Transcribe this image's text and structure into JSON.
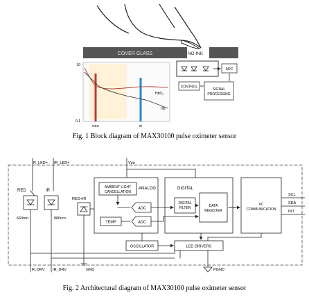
{
  "fig1": {
    "caption": "Fig. 1 Block diagram of MAX30100 pulse oximeter sensor",
    "cover_glass": "COVER GLASS",
    "no_ink": "NO INK",
    "adc": "ADC",
    "control": "CONTROL",
    "signal_processing_l1": "SIGNAL",
    "signal_processing_l2": "PROCESSING",
    "graph": {
      "y_top": "10",
      "y_bottom": "0.1",
      "red": "RED",
      "ir": "IR",
      "hbo2": "HbO₂",
      "hb": "Hb"
    }
  },
  "fig2": {
    "caption": "Fig. 2 Architectural diagram of MAX30100 pulse oximeter sensor",
    "r_led": "R_LED+",
    "ir_led": "IR_LED+",
    "vdd": "Vᴅᴅ",
    "red": "RED",
    "ir": "IR",
    "nm660": "660nm",
    "nm880": "880nm",
    "red_ir": "RED+IR",
    "ambient_l1": "AMBIENT LIGHT",
    "ambient_l2": "CANCELLATION",
    "analog": "ANALOG",
    "adc1": "ADC",
    "adc2": "ADC",
    "temp": "TEMP",
    "digital": "DIGITAL",
    "digital_filter_l1": "DIGITAL",
    "digital_filter_l2": "FILTER",
    "data_register_l1": "DATA",
    "data_register_l2": "REGISTER",
    "i2c_l1": "I²C",
    "i2c_l2": "COMMUNICATION",
    "scl": "SCL",
    "sda": "SDA",
    "int": "INT",
    "oscillator": "OSCILLATOR",
    "led_drivers": "LED DRIVERS",
    "r_drv": "R_DRV",
    "ir_drv": "IR_DRV",
    "gnd": "GND",
    "pgnd": "PGND"
  }
}
